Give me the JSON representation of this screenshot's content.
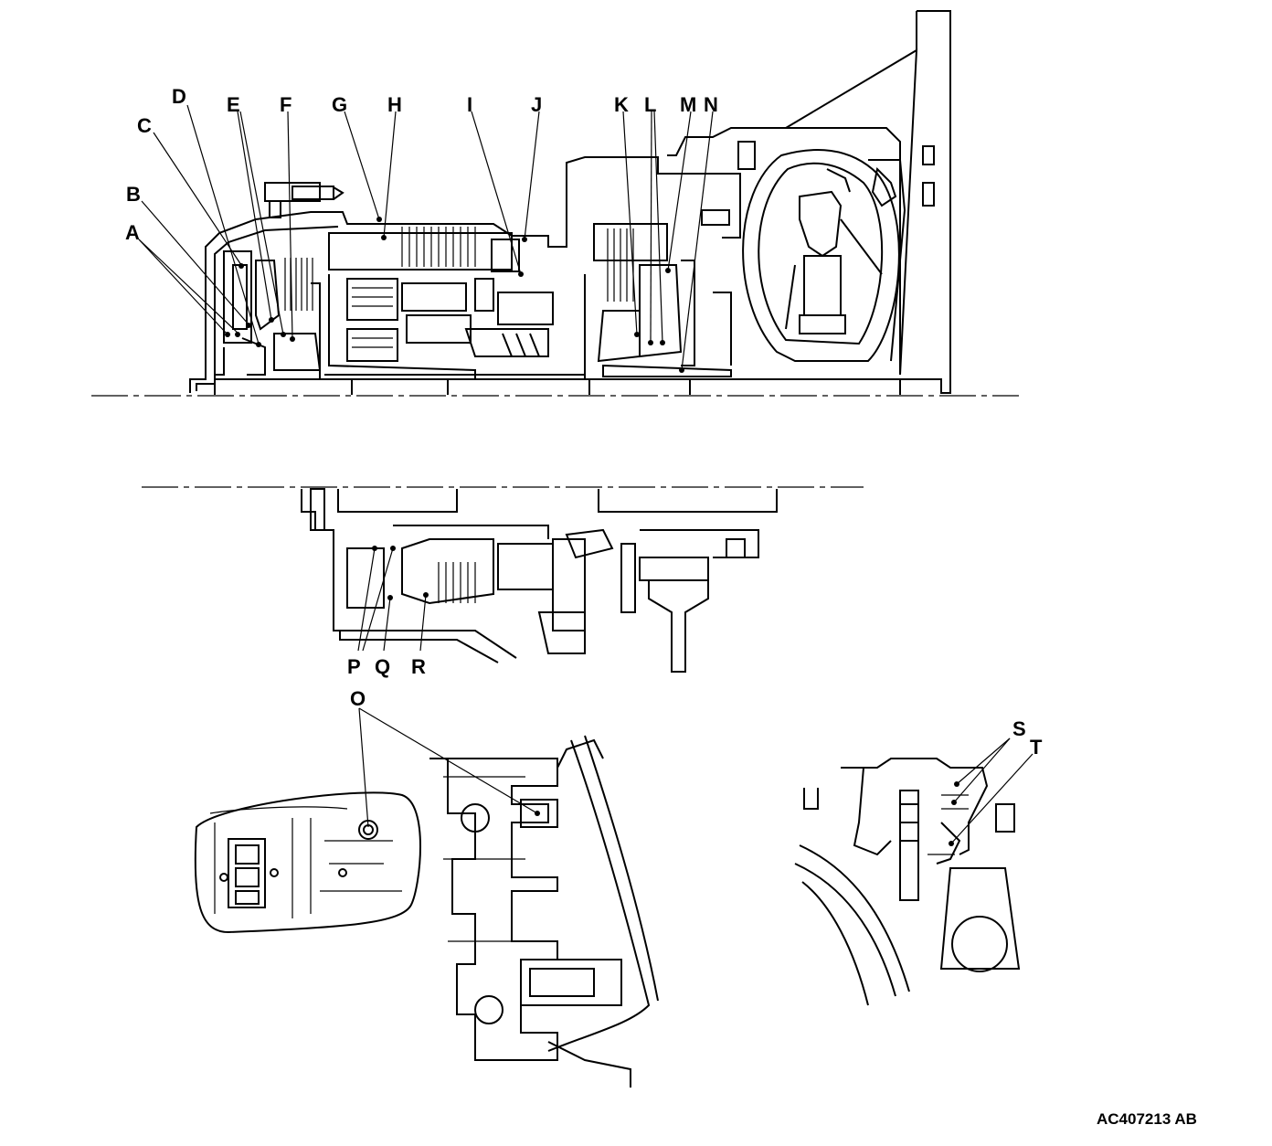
{
  "figure_code": "AC407213 AB",
  "colors": {
    "ink": "#000000",
    "paper": "#ffffff"
  },
  "callouts": {
    "A": "A",
    "B": "B",
    "C": "C",
    "D": "D",
    "E": "E",
    "F": "F",
    "G": "G",
    "H": "H",
    "I": "I",
    "J": "J",
    "K": "K",
    "L": "L",
    "M": "M",
    "N": "N",
    "O": "O",
    "P": "P",
    "Q": "Q",
    "R": "R",
    "S": "S",
    "T": "T"
  }
}
